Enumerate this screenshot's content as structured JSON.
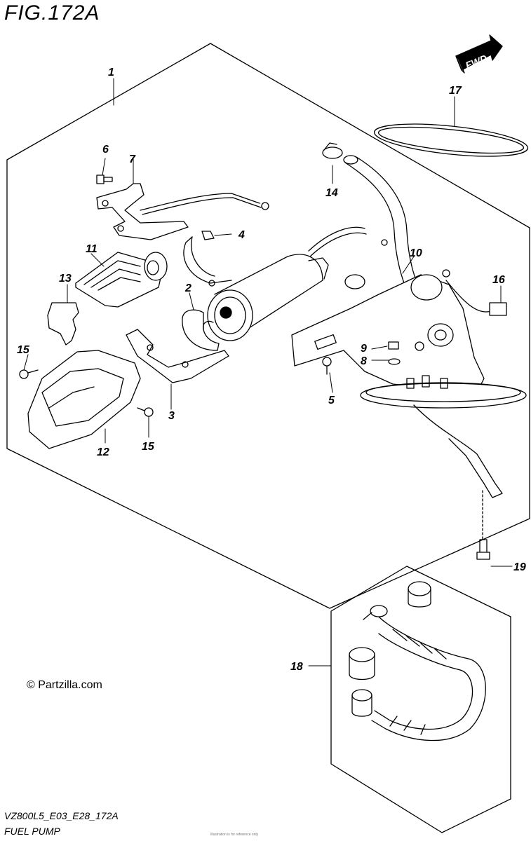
{
  "figure": {
    "title": "FIG.172A",
    "code": "VZ800L5_E03_E28_172A",
    "name": "FUEL PUMP",
    "copyright": "© Partzilla.com",
    "forward_label": "FWD",
    "fine_print": "Illustration is for reference only"
  },
  "callouts": [
    {
      "id": "c1",
      "label": "1"
    },
    {
      "id": "c2",
      "label": "2"
    },
    {
      "id": "c3",
      "label": "3"
    },
    {
      "id": "c4",
      "label": "4"
    },
    {
      "id": "c5",
      "label": "5"
    },
    {
      "id": "c6",
      "label": "6"
    },
    {
      "id": "c7",
      "label": "7"
    },
    {
      "id": "c8",
      "label": "8"
    },
    {
      "id": "c9",
      "label": "9"
    },
    {
      "id": "c10",
      "label": "10"
    },
    {
      "id": "c11",
      "label": "11"
    },
    {
      "id": "c12",
      "label": "12"
    },
    {
      "id": "c13",
      "label": "13"
    },
    {
      "id": "c14",
      "label": "14"
    },
    {
      "id": "c15a",
      "label": "15"
    },
    {
      "id": "c15b",
      "label": "15"
    },
    {
      "id": "c16",
      "label": "16"
    },
    {
      "id": "c17",
      "label": "17"
    },
    {
      "id": "c18",
      "label": "18"
    },
    {
      "id": "c19",
      "label": "19"
    }
  ]
}
